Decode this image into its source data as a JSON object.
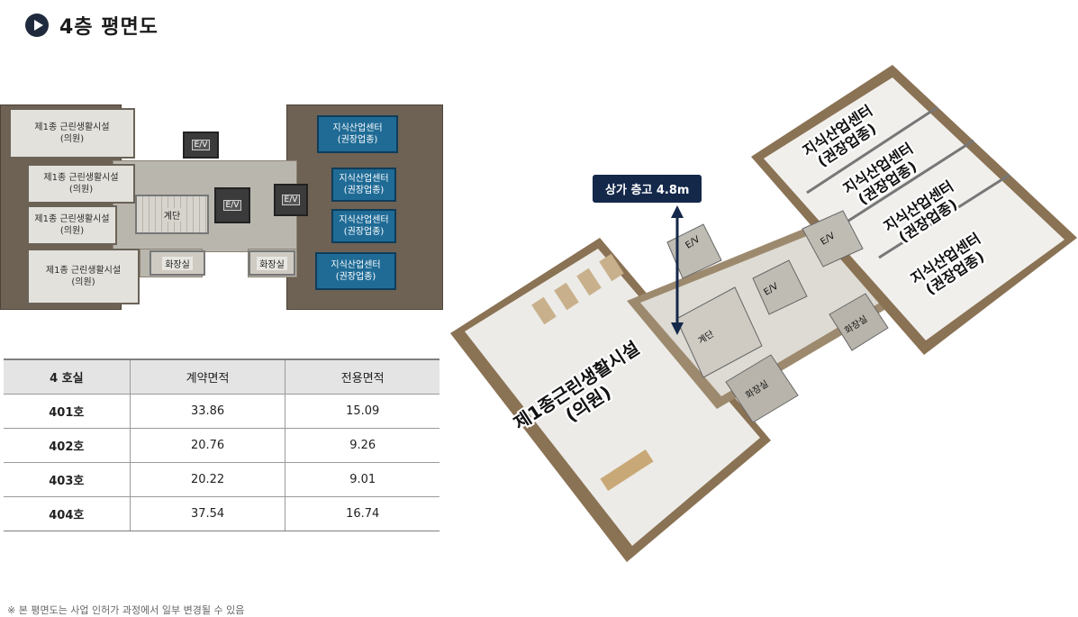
{
  "header": {
    "title": "4층  평면도"
  },
  "plan": {
    "left_rooms": [
      "제1종 근린생활시설\n(의원)",
      "제1종 근린생활시설\n(의원)",
      "제1종 근린생활시설\n(의원)",
      "제1종 근린생활시설\n(의원)"
    ],
    "right_rooms": [
      "지식산업센터\n(권장업종)",
      "지식산업센터\n(권장업종)",
      "지식산업센터\n(권장업종)",
      "지식산업센터\n(권장업종)"
    ],
    "elevator": "E/V",
    "stairs": "계단",
    "restroom": "화장실"
  },
  "table": {
    "headers": [
      "4 호실",
      "계약면적",
      "전용면적"
    ],
    "rows": [
      [
        "401호",
        "33.86",
        "15.09"
      ],
      [
        "402호",
        "20.76",
        "9.26"
      ],
      [
        "403호",
        "20.22",
        "9.01"
      ],
      [
        "404호",
        "37.54",
        "16.74"
      ]
    ]
  },
  "iso": {
    "height_badge": "상가 층고 4.8m",
    "clinic_label": "제1종근린생활시설\n(의원)",
    "office_label": "지식산업센터\n(권장업종)",
    "elevator": "E/V",
    "stairs": "계단",
    "restroom": "화장실"
  },
  "footnote": "※ 본 평면도는 사업 인허가 과정에서 일부 변경될 수 있음",
  "colors": {
    "navy": "#14284a",
    "office_blue": "#1f6b96",
    "wall_brown": "#6e6254"
  }
}
